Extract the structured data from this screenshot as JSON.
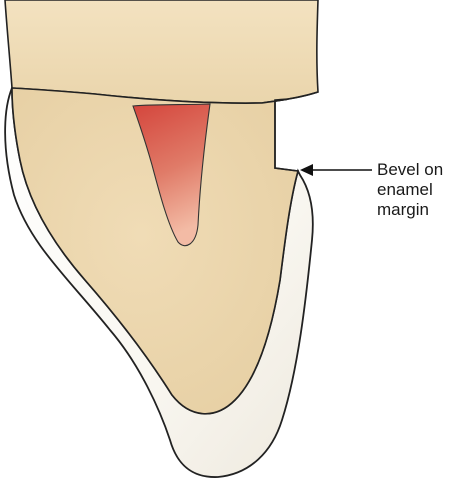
{
  "annotation": {
    "lines": [
      "Bevel on",
      "enamel",
      "margin"
    ]
  },
  "colors": {
    "dentin": "#ecd6ad",
    "enamel": "#fbfaf6",
    "outline": "#222222",
    "pulp_dark": "#d9564a",
    "pulp_light": "#f2b3a0"
  }
}
